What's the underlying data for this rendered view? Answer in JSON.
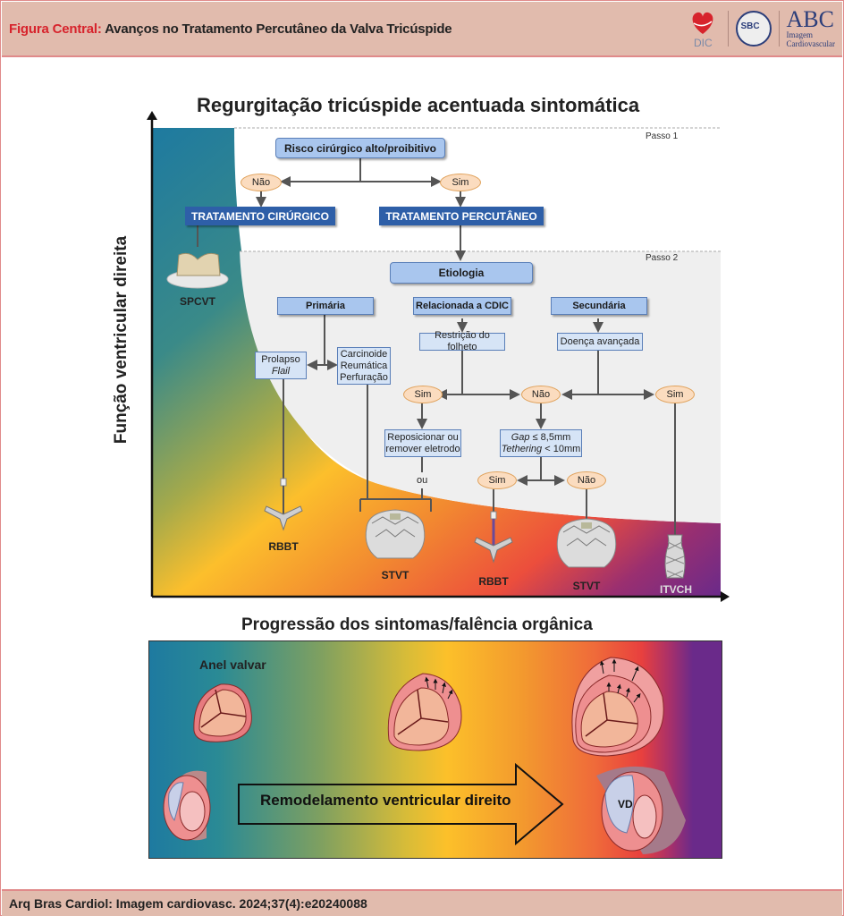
{
  "header": {
    "title_prefix": "Figura Central:",
    "title": "Avanços no Tratamento Percutâneo da Valva Tricúspide",
    "logos": {
      "dic": "DIC",
      "sbc": "SBC",
      "abc": "ABC",
      "abc_sub1": "Imagem",
      "abc_sub2": "Cardiovascular"
    }
  },
  "footer": {
    "citation": "Arq Bras Cardiol: Imagem cardiovasc. 2024;37(4):e20240088"
  },
  "diagram": {
    "title": "Regurgitação tricúspide acentuada sintomática",
    "y_axis_label": "Função ventricular direita",
    "x_axis_label": "Progressão dos sintomas/falência orgânica",
    "steps": [
      "Passo 1",
      "Passo 2"
    ],
    "step1": {
      "question": "Risco cirúrgico alto/proibitivo",
      "no": "Não",
      "yes": "Sim",
      "surgical": "TRATAMENTO CIRÚRGICO",
      "percutaneous": "TRATAMENTO PERCUTÂNEO",
      "surgical_device": "SPCVT"
    },
    "step2": {
      "etiology": "Etiologia",
      "categories": [
        "Primária",
        "Relacionada a CDIC",
        "Secundária"
      ],
      "primary_a_line1": "Prolapso",
      "primary_a_line2": "Flail",
      "primary_b": [
        "Carcinoide",
        "Reumática",
        "Perfuração"
      ],
      "cdic_sub": "Restrição do folheto",
      "secondary_sub": "Doença avançada",
      "sim_left": "Sim",
      "nao_mid": "Não",
      "sim_right": "Sim",
      "reposition_line1": "Reposicionar ou",
      "reposition_line2": "remover eletrodo",
      "gap_line1_italic": "Gap",
      "gap_line1_rest": " ≤ 8,5mm",
      "gap_line2_italic": "Tethering",
      "gap_line2_rest": " < 10mm",
      "gap_sim": "Sim",
      "gap_nao": "Não",
      "or": "ou"
    },
    "devices": [
      "RBBT",
      "STVT",
      "RBBT",
      "STVT",
      "ITVCH"
    ]
  },
  "bottom_panel": {
    "annulus_label": "Anel valvar",
    "remodeling_label": "Remodelamento ventricular direito",
    "rv_label": "VD"
  },
  "colors": {
    "accent_red": "#d7232c",
    "box_dark_blue": "#2e5fa8",
    "box_light_blue": "#a9c6ee",
    "oval_fill": "#fbdcbf",
    "header_bg": "#e1bbad"
  }
}
